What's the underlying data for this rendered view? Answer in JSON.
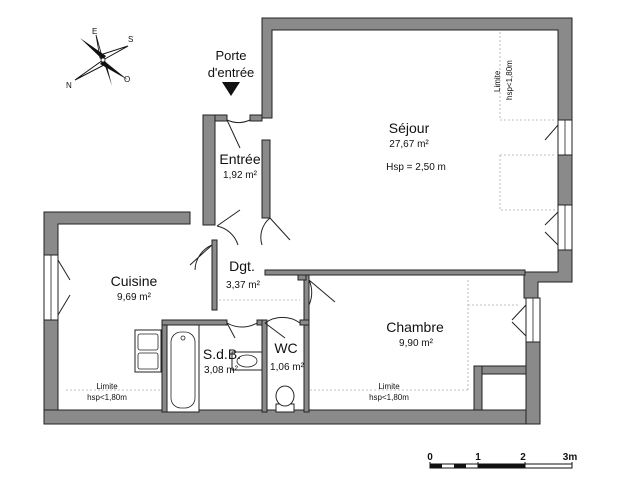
{
  "compass": {
    "letters": [
      "N",
      "E",
      "S",
      "O"
    ]
  },
  "entrance": {
    "line1": "Porte",
    "line2": "d'entrée"
  },
  "rooms": {
    "sejour": {
      "name": "Séjour",
      "area": "27,67 m²",
      "hsp": "Hsp = 2,50 m"
    },
    "entree": {
      "name": "Entrée",
      "area": "1,92 m²"
    },
    "cuisine": {
      "name": "Cuisine",
      "area": "9,69 m²"
    },
    "dgt": {
      "name": "Dgt.",
      "area": "3,37 m²"
    },
    "sdb": {
      "name": "S.d.B.",
      "area": "3,08 m²"
    },
    "wc": {
      "name": "WC",
      "area": "1,06 m²"
    },
    "chambre": {
      "name": "Chambre",
      "area": "9,90 m²"
    }
  },
  "limits": {
    "sejour": {
      "line1": "Limite",
      "line2": "hsp<1,80m"
    },
    "cuisine": {
      "line1": "Limite",
      "line2": "hsp<1,80m"
    },
    "chambre": {
      "line1": "Limite",
      "line2": "hsp<1,80m"
    }
  },
  "scale": {
    "labels": [
      "0",
      "1",
      "2",
      "3m"
    ]
  }
}
